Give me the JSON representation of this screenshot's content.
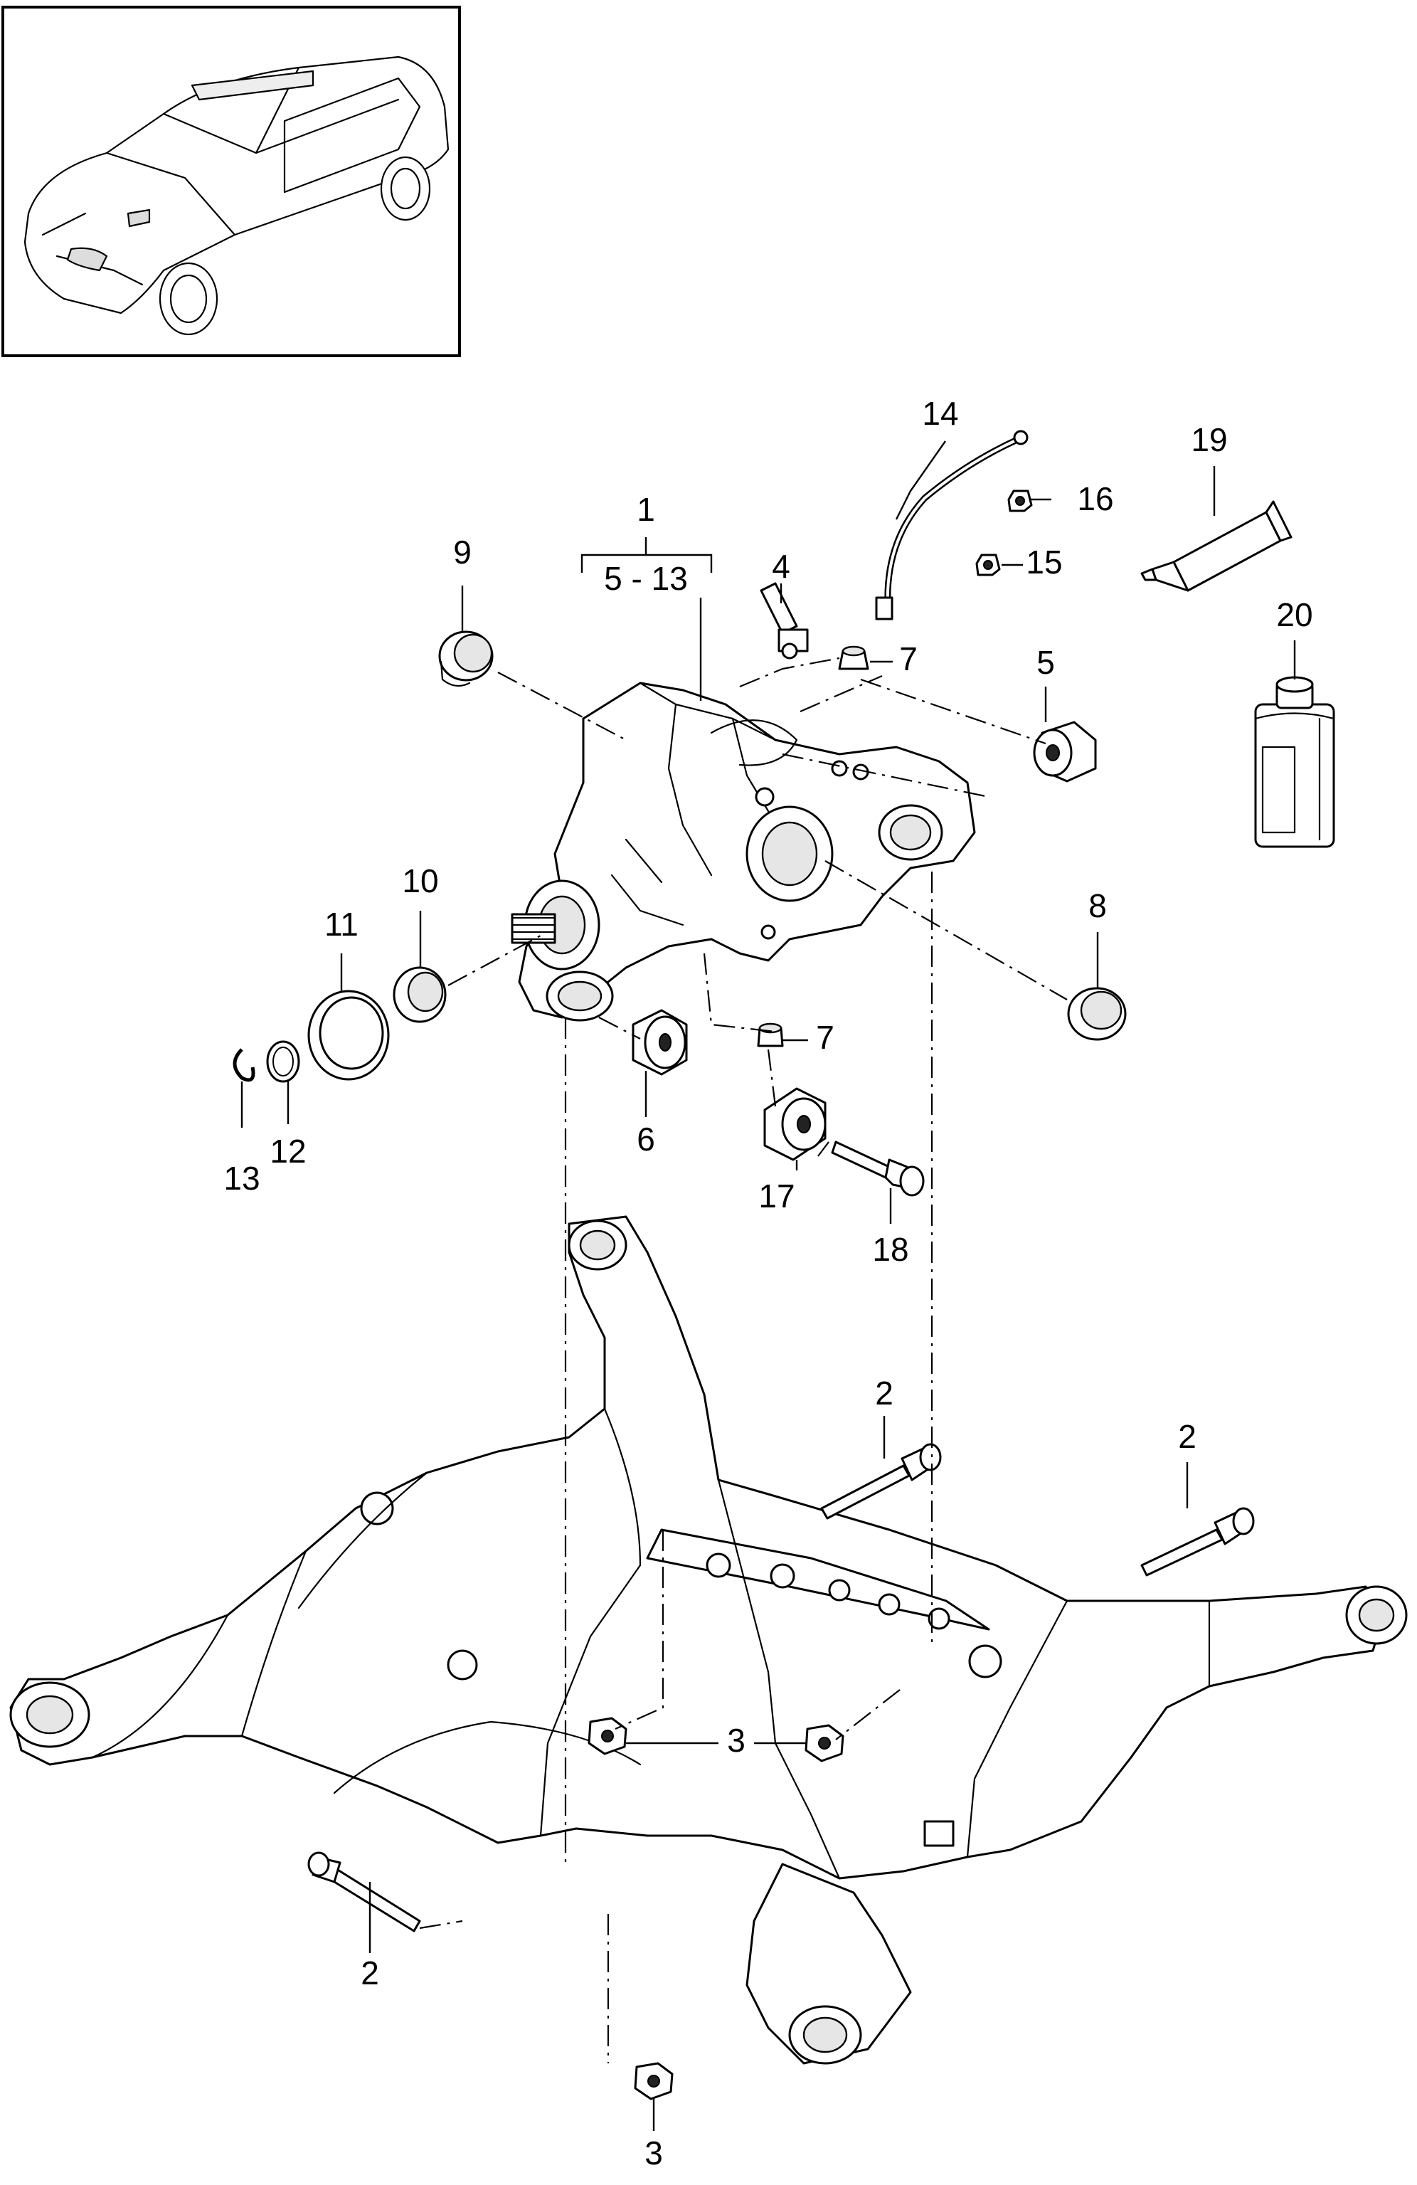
{
  "diagram": {
    "callouts": [
      {
        "id": "c1",
        "text": "1"
      },
      {
        "id": "c1r",
        "text": "5 - 13"
      },
      {
        "id": "c2a",
        "text": "2"
      },
      {
        "id": "c2b",
        "text": "2"
      },
      {
        "id": "c2c",
        "text": "2"
      },
      {
        "id": "c3a",
        "text": "3"
      },
      {
        "id": "c3b",
        "text": "3"
      },
      {
        "id": "c4",
        "text": "4"
      },
      {
        "id": "c5",
        "text": "5"
      },
      {
        "id": "c6",
        "text": "6"
      },
      {
        "id": "c7a",
        "text": "7"
      },
      {
        "id": "c7b",
        "text": "7"
      },
      {
        "id": "c8",
        "text": "8"
      },
      {
        "id": "c9",
        "text": "9"
      },
      {
        "id": "c10",
        "text": "10"
      },
      {
        "id": "c11",
        "text": "11"
      },
      {
        "id": "c12",
        "text": "12"
      },
      {
        "id": "c13",
        "text": "13"
      },
      {
        "id": "c14",
        "text": "14"
      },
      {
        "id": "c15",
        "text": "15"
      },
      {
        "id": "c16",
        "text": "16"
      },
      {
        "id": "c17",
        "text": "17"
      },
      {
        "id": "c18",
        "text": "18"
      },
      {
        "id": "c19",
        "text": "19"
      },
      {
        "id": "c20",
        "text": "20"
      }
    ]
  }
}
